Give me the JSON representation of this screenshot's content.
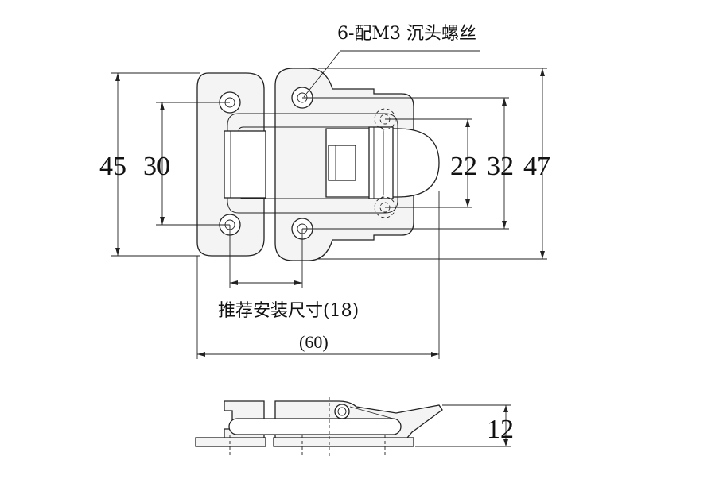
{
  "annotations": {
    "screw_note": "6-配M3 沉头螺丝",
    "mount_note": "推荐安装尺寸(18)"
  },
  "dimensions": {
    "d45": "45",
    "d30": "30",
    "d22": "22",
    "d32": "32",
    "d47": "47",
    "d60": "(60)",
    "d12": "12"
  },
  "colors": {
    "line": "#222222",
    "fill": "#f4f4f4",
    "background": "#ffffff"
  }
}
